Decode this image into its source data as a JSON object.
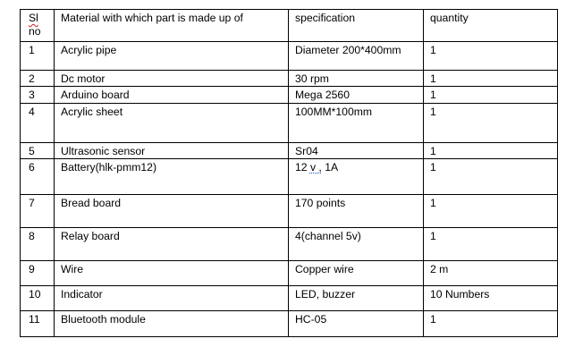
{
  "table": {
    "header": {
      "sl_part1": "Sl",
      "sl_part2": "no",
      "material": "Material with which part is made up of",
      "specification": "specification",
      "quantity": "quantity"
    },
    "rows": [
      {
        "sl": "1",
        "material": "Acrylic pipe",
        "specification": "Diameter 200*400mm",
        "quantity": "1"
      },
      {
        "sl": "2",
        "material": "Dc motor",
        "specification": "30 rpm",
        "quantity": "1"
      },
      {
        "sl": "3",
        "material": "Arduino board",
        "specification": "Mega 2560",
        "quantity": "1"
      },
      {
        "sl": "4",
        "material": "Acrylic sheet",
        "specification": "100MM*100mm",
        "quantity": "1"
      },
      {
        "sl": "5",
        "material": "Ultrasonic sensor",
        "specification": "Sr04",
        "quantity": "1"
      },
      {
        "sl": "6",
        "material": "Battery(hlk-pmm12)",
        "spec_part1": "12 ",
        "spec_part2": "v ,",
        "spec_part3": " 1A",
        "quantity": "1"
      },
      {
        "sl": "7",
        "material": "Bread board",
        "specification": "170 points",
        "quantity": "1"
      },
      {
        "sl": "8",
        "material": "Relay board",
        "specification": "4(channel 5v)",
        "quantity": "1"
      },
      {
        "sl": "9",
        "material": "Wire",
        "specification": "Copper wire",
        "quantity": "2 m"
      },
      {
        "sl": "10",
        "material": "Indicator",
        "specification": "LED, buzzer",
        "quantity": "10 Numbers"
      },
      {
        "sl": "11",
        "material": "Bluetooth module",
        "specification": "HC-05",
        "quantity": "1"
      }
    ]
  }
}
